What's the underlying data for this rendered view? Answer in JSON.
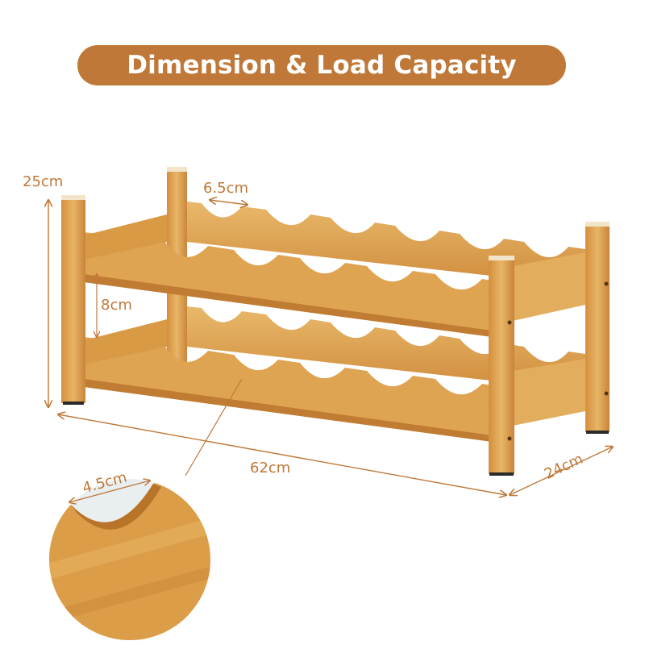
{
  "header": {
    "title": "Dimension & Load Capacity"
  },
  "dimensions": {
    "height": "25cm",
    "slot_width": "6.5cm",
    "tier_gap": "8cm",
    "length": "62cm",
    "depth": "24cm",
    "detail_slot": "4.5cm"
  },
  "product": {
    "name": "bamboo-wine-rack",
    "tiers": 2,
    "material": "bamboo"
  },
  "colors": {
    "accent": "#c07838",
    "wood_light": "#e7b466",
    "wood_mid": "#d99a45",
    "wood_dark": "#b97a2e",
    "detail_bg": "#e9eef1"
  }
}
